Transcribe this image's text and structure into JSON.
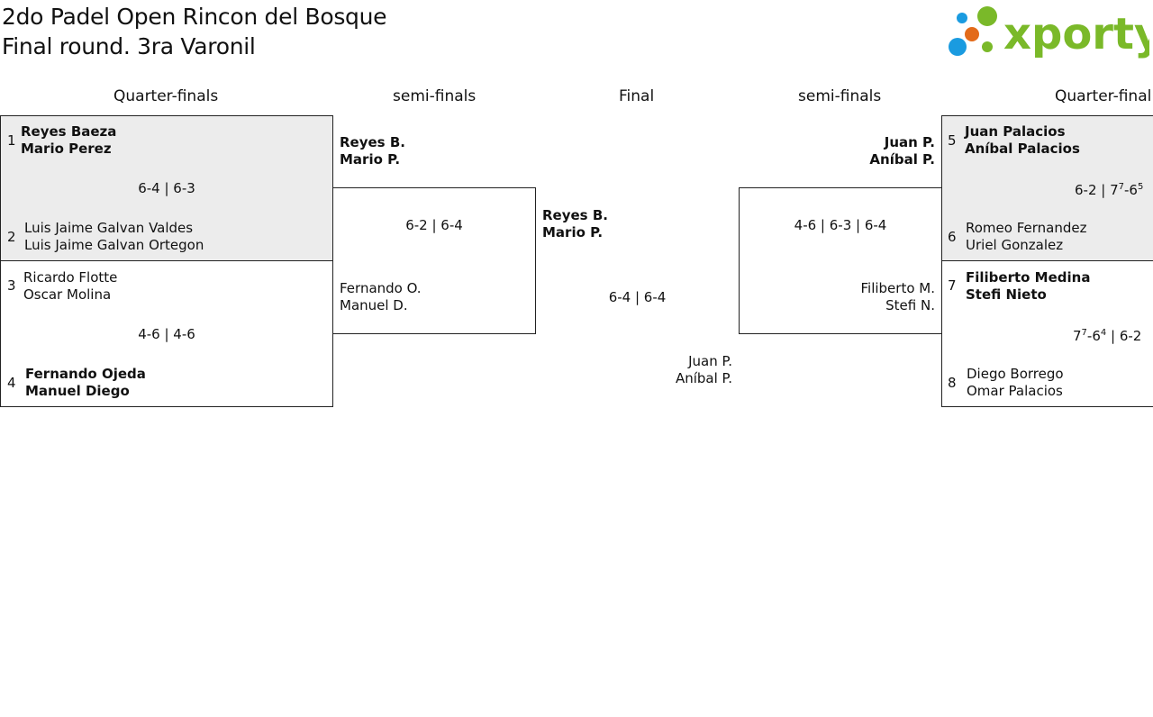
{
  "header": {
    "title_line1": "2do Padel Open Rincon del Bosque",
    "title_line2": "Final round. 3ra Varonil",
    "logo_text": "xporty",
    "logo_colors": [
      "#1a9be0",
      "#7ab929",
      "#e36b1a"
    ]
  },
  "rounds": {
    "left_qf": "Quarter-finals",
    "left_sf": "semi-finals",
    "final": "Final",
    "right_sf": "semi-finals",
    "right_qf": "Quarter-final"
  },
  "left_qf": [
    {
      "seed_a": "1",
      "a1": "Reyes Baeza",
      "a2": "Mario Perez",
      "score": "6-4 | 6-3",
      "seed_b": "2",
      "b1": "Luis Jaime Galvan Valdes",
      "b2": "Luis Jaime Galvan Ortegon"
    },
    {
      "seed_a": "3",
      "a1": "Ricardo Flotte",
      "a2": "Oscar Molina",
      "score": "4-6 | 4-6",
      "seed_b": "4",
      "b1": "Fernando Ojeda",
      "b2": "Manuel Diego"
    }
  ],
  "left_sf": {
    "a1": "Reyes B.",
    "a2": "Mario P.",
    "score": "6-2 | 6-4",
    "b1": "Fernando O.",
    "b2": "Manuel D."
  },
  "final": {
    "a1": "Reyes B.",
    "a2": "Mario P.",
    "score": "6-4 | 6-4",
    "b1": "Juan P.",
    "b2": "Aníbal P."
  },
  "right_sf": {
    "a1": "Juan P.",
    "a2": "Aníbal P.",
    "score": "4-6 | 6-3 | 6-4",
    "b1": "Filiberto M.",
    "b2": "Stefi N."
  },
  "right_qf": [
    {
      "seed_a": "5",
      "a1": "Juan Palacios",
      "a2": "Aníbal Palacios",
      "score_p1": "6-2 | 7",
      "score_s1": "7",
      "score_p2": "-6",
      "score_s2": "5",
      "seed_b": "6",
      "b1": "Romeo Fernandez",
      "b2": "Uriel Gonzalez"
    },
    {
      "seed_a": "7",
      "a1": "Filiberto Medina",
      "a2": "Stefi Nieto",
      "score_p1": "7",
      "score_s1": "7",
      "score_p2": "-6",
      "score_s2": "4",
      "score_p3": " | 6-2",
      "seed_b": "8",
      "b1": "Diego Borrego",
      "b2": "Omar Palacios"
    }
  ]
}
